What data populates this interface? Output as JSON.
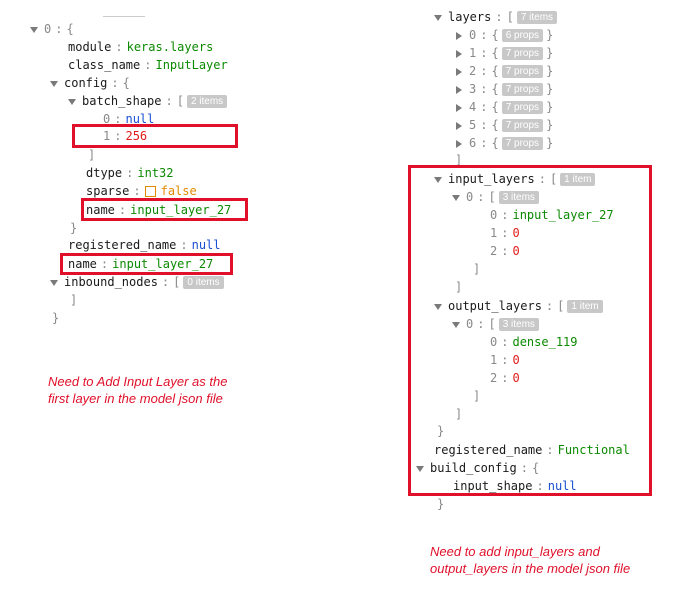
{
  "left": {
    "root_index": "0",
    "root_open": "{",
    "module_key": "module",
    "module_val": "keras.layers",
    "class_name_key": "class_name",
    "class_name_val": "InputLayer",
    "config_key": "config",
    "config_open": "{",
    "batch_shape_key": "batch_shape",
    "batch_shape_open": "[",
    "batch_shape_badge": "2 items",
    "bs0_idx": "0",
    "bs0_val": "null",
    "bs1_idx": "1",
    "bs1_val": "256",
    "batch_shape_close": "]",
    "dtype_key": "dtype",
    "dtype_val": "int32",
    "sparse_key": "sparse",
    "sparse_val": "false",
    "cfg_name_key": "name",
    "cfg_name_val": "input_layer_27",
    "config_close": "}",
    "registered_name_key": "registered_name",
    "registered_name_val": "null",
    "name_key": "name",
    "name_val": "input_layer_27",
    "inbound_nodes_key": "inbound_nodes",
    "inbound_nodes_open": "[",
    "inbound_nodes_badge": "0 items",
    "inbound_nodes_close": "]",
    "root_close": "}",
    "note_line1": "Need to Add Input Layer as the",
    "note_line2": "first layer in the model json file"
  },
  "right": {
    "layers_key": "layers",
    "layers_open": "[",
    "layers_badge": "7 items",
    "layer_items": [
      {
        "idx": "0",
        "open": "{",
        "badge": "6 props",
        "close": "}"
      },
      {
        "idx": "1",
        "open": "{",
        "badge": "7 props",
        "close": "}"
      },
      {
        "idx": "2",
        "open": "{",
        "badge": "7 props",
        "close": "}"
      },
      {
        "idx": "3",
        "open": "{",
        "badge": "7 props",
        "close": "}"
      },
      {
        "idx": "4",
        "open": "{",
        "badge": "7 props",
        "close": "}"
      },
      {
        "idx": "5",
        "open": "{",
        "badge": "7 props",
        "close": "}"
      },
      {
        "idx": "6",
        "open": "{",
        "badge": "7 props",
        "close": "}"
      }
    ],
    "layers_close": "]",
    "input_layers_key": "input_layers",
    "input_layers_open": "[",
    "input_layers_badge": "1 item",
    "il0_idx": "0",
    "il0_open": "[",
    "il0_badge": "3 items",
    "il0_0_idx": "0",
    "il0_0_val": "input_layer_27",
    "il0_1_idx": "1",
    "il0_1_val": "0",
    "il0_2_idx": "2",
    "il0_2_val": "0",
    "il0_close": "]",
    "input_layers_close": "]",
    "output_layers_key": "output_layers",
    "output_layers_open": "[",
    "output_layers_badge": "1 item",
    "ol0_idx": "0",
    "ol0_open": "[",
    "ol0_badge": "3 items",
    "ol0_0_idx": "0",
    "ol0_0_val": "dense_119",
    "ol0_1_idx": "1",
    "ol0_1_val": "0",
    "ol0_2_idx": "2",
    "ol0_2_val": "0",
    "ol0_close": "]",
    "output_layers_close": "]",
    "config_close": "}",
    "registered_name_key": "registered_name",
    "registered_name_val": "Functional",
    "build_config_key": "build_config",
    "build_config_open": "{",
    "input_shape_key": "input_shape",
    "input_shape_val": "null",
    "root_close": "}",
    "note_line1": "Need to add input_layers and",
    "note_line2": "output_layers in the model json file"
  },
  "colors": {
    "string": "#0b8a00",
    "number": "#e01b1b",
    "null": "#1a4fd6",
    "boolean": "#e08a00",
    "highlight": "#e0102a"
  }
}
